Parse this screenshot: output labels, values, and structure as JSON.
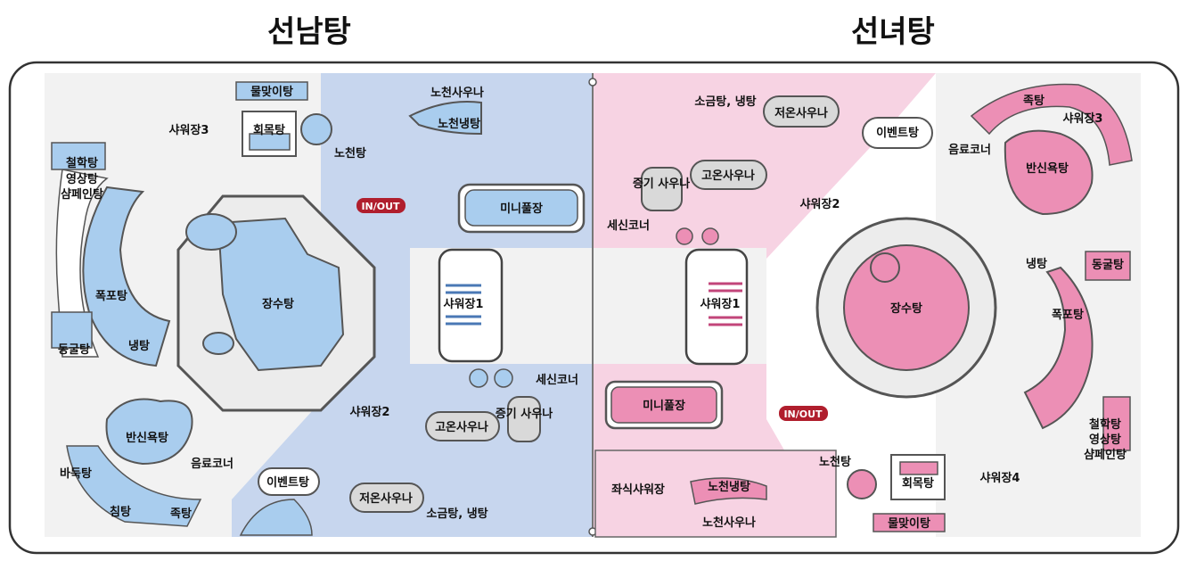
{
  "titles": {
    "left": "선남탕",
    "right": "선녀탕"
  },
  "colors": {
    "male_zone": "#c7d6ee",
    "female_zone": "#f7d3e3",
    "male_pool": "#a9cdee",
    "female_pool": "#ec8fb5",
    "floor": "#f2f2f2",
    "wall": "#555555",
    "inout_badge": "#b01e2d",
    "sauna_fill": "#d9d9d9"
  },
  "male": {
    "rooms": {
      "mul_matitang": "물맞이탕",
      "hoemok": "회목탕",
      "shower3": "샤워장3",
      "nocheon_sauna": "노천사우나",
      "nocheon_naeng": "노천냉탕",
      "nocheontang": "노천탕",
      "cheolhak": "철학탕",
      "yeongsang": "영상탕",
      "champagne": "샴페인탕",
      "inout": "IN/OUT",
      "mini_pool": "미니풀장",
      "pokpo": "폭포탕",
      "jangsu": "장수탕",
      "shower1": "샤워장1",
      "donggul": "동굴탕",
      "naeng": "냉탕",
      "sesin": "세신코너",
      "goon_sauna": "고온사우나",
      "jeunggi": "증기 사우나",
      "shower2": "샤워장2",
      "bansin": "반신욕탕",
      "baduk": "바둑탕",
      "eumryo": "음료코너",
      "event": "이벤트탕",
      "jeoon_sauna": "저온사우나",
      "chim": "침탕",
      "jok": "족탕",
      "sogeum": "소금탕, 냉탕"
    }
  },
  "female": {
    "rooms": {
      "sogeum": "소금탕, 냉탕",
      "jeoon_sauna": "저온사우나",
      "event": "이벤트탕",
      "eumryo": "음료코너",
      "jok": "족탕",
      "shower3": "샤워장3",
      "bansin": "반신욕탕",
      "jeunggi": "증기 사우나",
      "goon_sauna": "고온사우나",
      "shower2": "샤워장2",
      "sesin": "세신코너",
      "mini_pool": "미니풀장",
      "naeng": "냉탕",
      "donggul": "동굴탕",
      "shower1": "샤워장1",
      "jangsu": "장수탕",
      "pokpo": "폭포탕",
      "inout": "IN/OUT",
      "cheolhak": "철학탕",
      "yeongsang": "영상탕",
      "champagne": "샴페인탕",
      "jwasik": "좌식샤워장",
      "nocheon_naeng": "노천냉탕",
      "nocheontang": "노천탕",
      "hoemok": "회목탕",
      "shower4": "샤워장4",
      "nocheon_sauna": "노천사우나",
      "mul_matitang": "물맞이탕"
    }
  }
}
